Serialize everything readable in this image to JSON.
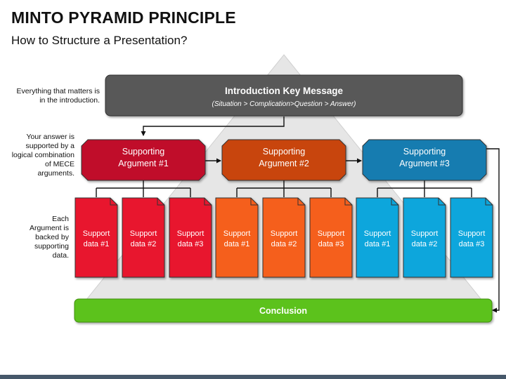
{
  "header": {
    "title": "MINTO PYRAMID PRINCIPLE",
    "subtitle": "How to Structure a Presentation?"
  },
  "notes": {
    "intro": "Everything that matters is in the introduction.",
    "argument": "Your answer is supported by a logical combination of MECE arguments.",
    "data": "Each Argument is backed by supporting data."
  },
  "intro": {
    "title": "Introduction Key Message",
    "subtitle": "(Situation > Complication>Question > Answer)"
  },
  "arguments": [
    {
      "line1": "Supporting",
      "line2": "Argument #1",
      "color": "#c0102a"
    },
    {
      "line1": "Supporting",
      "line2": "Argument #2",
      "color": "#c8440c"
    },
    {
      "line1": "Supporting",
      "line2": "Argument #3",
      "color": "#127bb0"
    }
  ],
  "support_groups": [
    {
      "color": "#e8132f",
      "items": [
        {
          "line1": "Support",
          "line2": "data #1"
        },
        {
          "line1": "Support",
          "line2": "data #2"
        },
        {
          "line1": "Support",
          "line2": "data #3"
        }
      ]
    },
    {
      "color": "#f55e1c",
      "items": [
        {
          "line1": "Support",
          "line2": "data #1"
        },
        {
          "line1": "Support",
          "line2": "data #2"
        },
        {
          "line1": "Support",
          "line2": "data #3"
        }
      ]
    },
    {
      "color": "#0aa6dc",
      "items": [
        {
          "line1": "Support",
          "line2": "data #1"
        },
        {
          "line1": "Support",
          "line2": "data #2"
        },
        {
          "line1": "Support",
          "line2": "data #3"
        }
      ]
    }
  ],
  "conclusion": {
    "label": "Conclusion",
    "color": "#5cc21c"
  },
  "colors": {
    "intro": "#595959",
    "pyramid": "#e6e6e6"
  }
}
